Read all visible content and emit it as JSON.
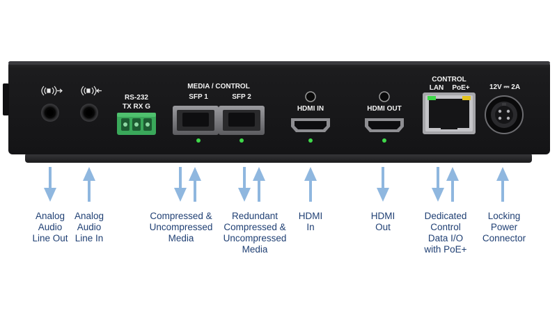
{
  "device": {
    "media_control_label": "MEDIA / CONTROL",
    "sfp1_label": "SFP 1",
    "sfp2_label": "SFP 2",
    "rs232_label": "RS-232",
    "rs232_pins_label": "TX RX G",
    "hdmi_in_label": "HDMI IN",
    "hdmi_out_label": "HDMI OUT",
    "control_label": "CONTROL",
    "lan_label": "LAN",
    "poe_label": "PoE+",
    "power_label": "12V ⎓ 2A"
  },
  "callouts": {
    "analog_out": [
      "Analog",
      "Audio",
      "Line Out"
    ],
    "analog_in": [
      "Analog",
      "Audio",
      "Line In"
    ],
    "sfp1": [
      "Compressed &",
      "Uncompressed",
      "Media"
    ],
    "sfp2": [
      "Redundant",
      "Compressed &",
      "Uncompressed",
      "Media"
    ],
    "hdmi_in": [
      "HDMI",
      "In"
    ],
    "hdmi_out": [
      "HDMI",
      "Out"
    ],
    "control": [
      "Dedicated",
      "Control",
      "Data I/O",
      "with PoE+"
    ],
    "power": [
      "Locking",
      "Power",
      "Connector"
    ]
  },
  "colors": {
    "chassis": "#1b1b1d",
    "arrow": "#8fb7df",
    "callout_text": "#1f3f73",
    "led_green": "#3fd84a",
    "led_amber": "#e3c21c"
  }
}
